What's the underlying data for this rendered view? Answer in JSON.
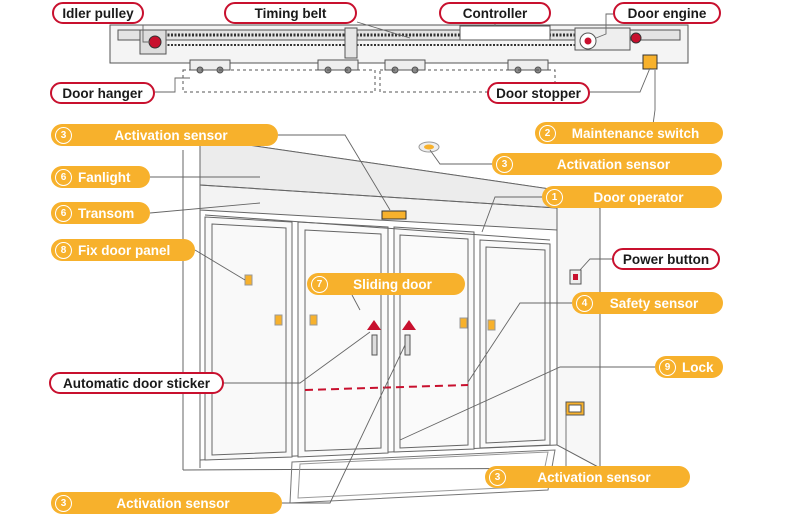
{
  "colors": {
    "red_label_border": "#c8102e",
    "orange_label": "#f7b12c",
    "line": "#555555"
  },
  "top_labels": {
    "idler_pulley": "Idler pulley",
    "timing_belt": "Timing belt",
    "controller": "Controller",
    "door_engine": "Door engine",
    "door_hanger": "Door hanger",
    "door_stopper": "Door stopper",
    "power_button": "Power button",
    "automatic_door_sticker": "Automatic door sticker"
  },
  "numbered_labels": {
    "activation_sensor_left": {
      "num": "3",
      "text": "Activation sensor"
    },
    "maintenance_switch": {
      "num": "2",
      "text": "Maintenance switch"
    },
    "activation_sensor_right": {
      "num": "3",
      "text": "Activation sensor"
    },
    "fanlight": {
      "num": "6",
      "text": "Fanlight"
    },
    "door_operator": {
      "num": "1",
      "text": "Door operator"
    },
    "transom": {
      "num": "6",
      "text": "Transom"
    },
    "fix_door_panel": {
      "num": "8",
      "text": "Fix door panel"
    },
    "sliding_door": {
      "num": "7",
      "text": "Sliding door"
    },
    "safety_sensor": {
      "num": "4",
      "text": "Safety sensor"
    },
    "lock": {
      "num": "9",
      "text": "Lock"
    },
    "activation_sensor_floor": {
      "num": "3",
      "text": "Activation sensor"
    },
    "activation_sensor_bottom": {
      "num": "3",
      "text": "Activation sensor"
    }
  }
}
